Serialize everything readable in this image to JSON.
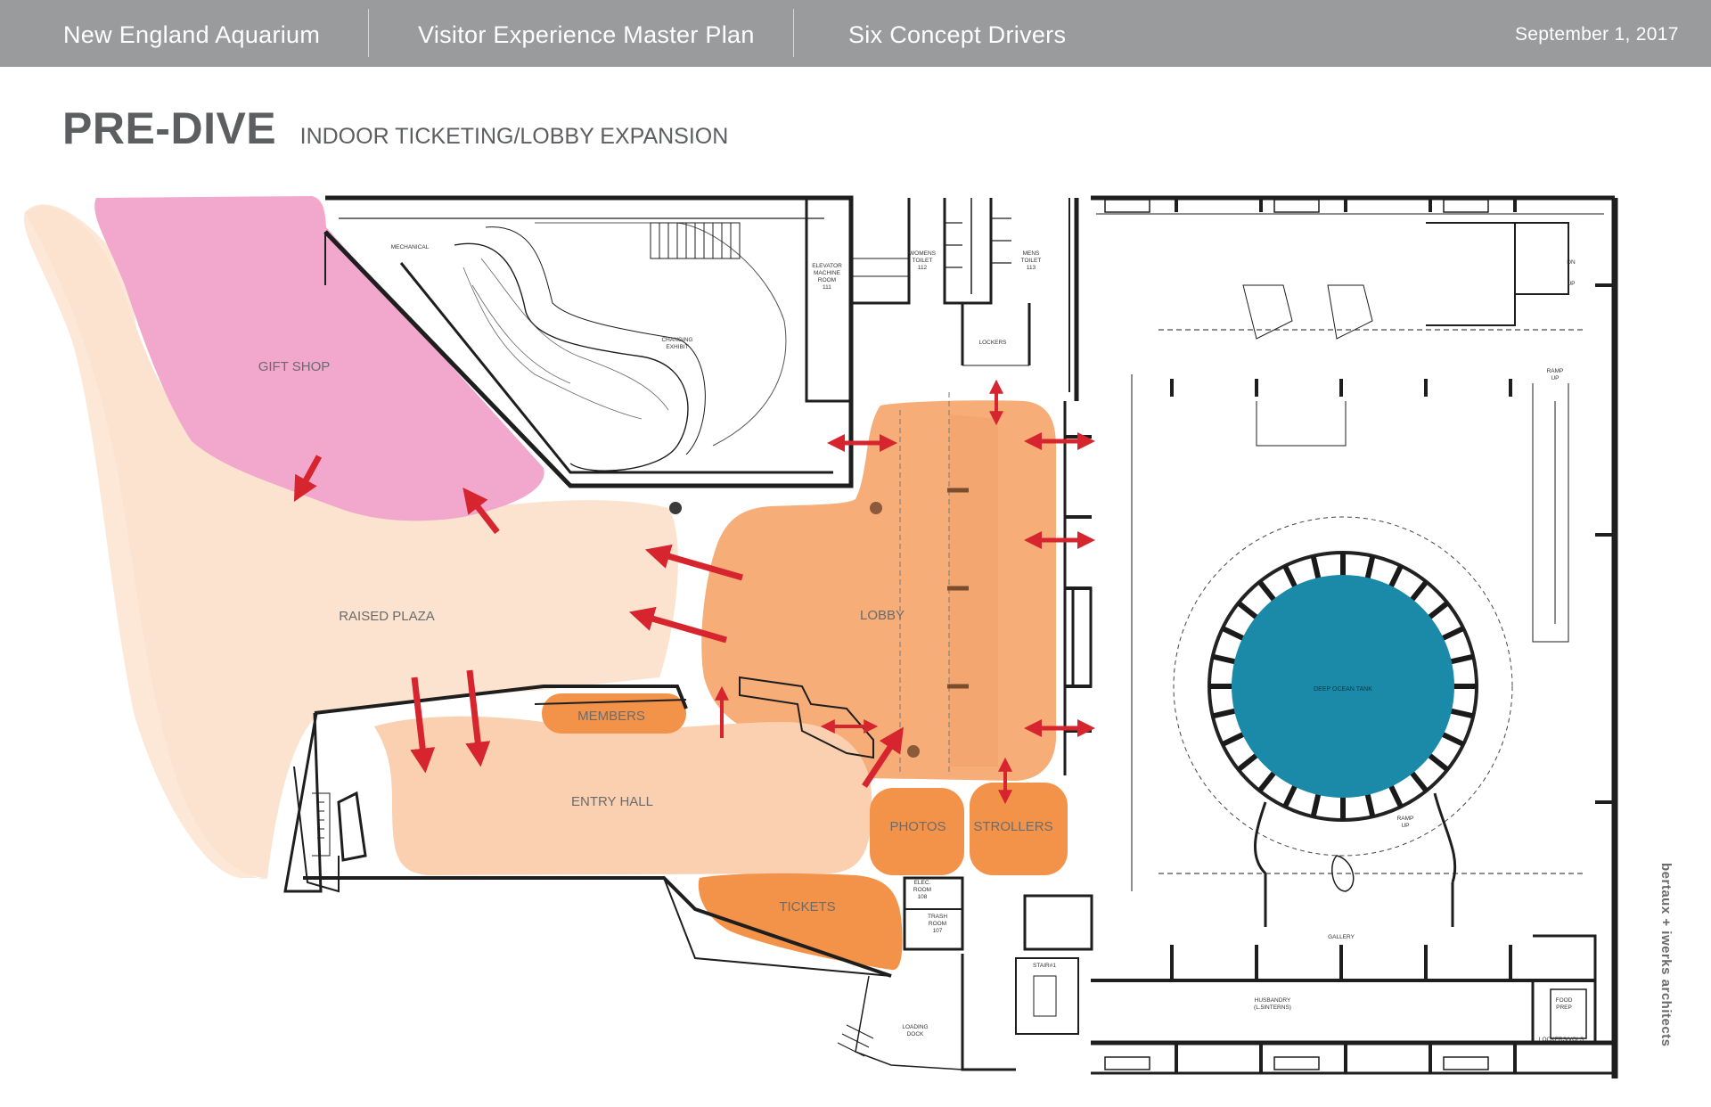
{
  "header": {
    "org": "New England Aquarium",
    "project": "Visitor Experience Master Plan",
    "section": "Six Concept Drivers",
    "date": "September 1, 2017"
  },
  "heading": {
    "title": "PRE-DIVE",
    "subtitle": "INDOOR TICKETING/LOBBY EXPANSION"
  },
  "zones": {
    "gift_shop": "GIFT SHOP",
    "raised_plaza": "RAISED PLAZA",
    "lobby": "LOBBY",
    "members": "MEMBERS",
    "entry_hall": "ENTRY HALL",
    "photos": "PHOTOS",
    "strollers": "STROLLERS",
    "tickets": "TICKETS",
    "deep_ocean_tank": "DEEP OCEAN TANK"
  },
  "room_labels": {
    "mechanical": "MECHANICAL",
    "changing_exhibit_1": "CHANGING",
    "changing_exhibit_2": "EXHIBIT",
    "elevator_1": "ELEVATOR",
    "elevator_2": "MACHINE",
    "elevator_3": "ROOM",
    "elevator_4": "111",
    "womens_1": "WOMENS",
    "womens_2": "TOILET",
    "womens_3": "112",
    "mens_1": "MENS",
    "mens_2": "TOILET",
    "mens_3": "113",
    "lockers": "LOCKERS",
    "ramp_up_1": "RAMP",
    "ramp_up_2": "UP",
    "ramp_up_b1": "RAMP",
    "ramp_up_b2": "UP",
    "elec_1": "ELEC.",
    "elec_2": "ROOM",
    "elec_3": "108",
    "trash_1": "TRASH",
    "trash_2": "ROOM",
    "trash_3": "107",
    "stair": "STAIR#1",
    "loading_1": "LOADING",
    "loading_2": "DOCK",
    "gallery": "GALLERY",
    "husbandry_1": "HUSBANDRY",
    "husbandry_2": "(L.5INTERNS)",
    "food_1": "FOOD",
    "food_2": "PREP",
    "lockers_vols": "LOCKERS/VOLS",
    "dn": "DN",
    "up": "UP"
  },
  "credit": "bertaux + iwerks architects",
  "colors": {
    "header_bg": "#9a9b9d",
    "plaza": "#fbe3d0",
    "gift_shop": "#f2a7cc",
    "lobby": "#f6ad78",
    "accent_orange": "#f3934a",
    "tank": "#1a8aa8",
    "arrow": "#d6252e"
  }
}
